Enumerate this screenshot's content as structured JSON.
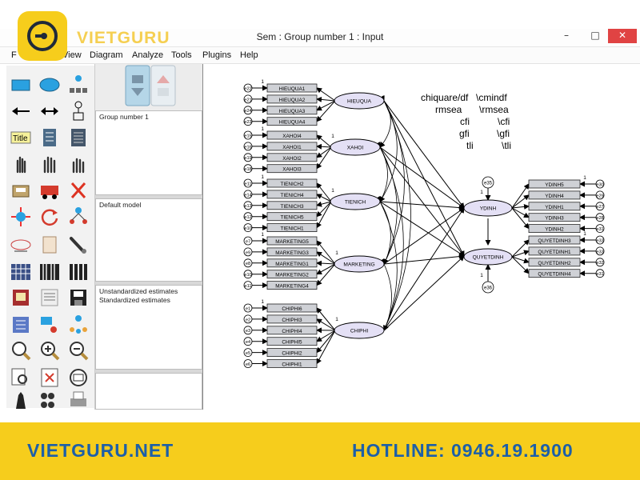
{
  "brand": {
    "name": "VIETGURU",
    "site": "VIETGURU.NET",
    "hotline": "HOTLINE: 0946.19.1900",
    "accent": "#f6cd1c",
    "text_color": "#1d5fa8"
  },
  "window": {
    "title": "Sem : Group number 1 : Input",
    "minimize": "–",
    "maximize": "□",
    "close": "✕"
  },
  "menu": [
    "F",
    "View",
    "Diagram",
    "Analyze",
    "Tools",
    "Plugins",
    "Help"
  ],
  "toolbox_icons": [
    "rectangle-icon",
    "ellipse-icon",
    "indicator-icon",
    "arrow-left-icon",
    "double-arrow-icon",
    "unique-variable-icon",
    "title-icon",
    "list-variables-icon",
    "list-data-icon",
    "hand-select-one-icon",
    "hand-select-all-icon",
    "hand-deselect-icon",
    "duplicate-icon",
    "move-icon",
    "erase-icon",
    "move-parameters-icon",
    "rotate-icon",
    "reflect-icon",
    "shape-change-icon",
    "scroll-icon",
    "touch-up-icon",
    "data-files-icon",
    "analysis-properties-icon",
    "calculate-estimates-icon",
    "copy-icon",
    "view-text-icon",
    "save-icon",
    "object-properties-icon",
    "drag-properties-icon",
    "preserve-symmetries-icon",
    "zoom-area-icon",
    "zoom-in-icon",
    "zoom-out-icon",
    "view-page-icon",
    "fit-page-icon",
    "loupe-icon",
    "bayesian-icon",
    "multiple-group-icon",
    "print-icon"
  ],
  "panels": {
    "group": "Group number 1",
    "model": "Default model",
    "estimates": [
      "Unstandardized estimates",
      "Standardized estimates"
    ]
  },
  "diagram": {
    "fit_left": [
      "chiquare/df",
      "rmsea",
      "cfi",
      "gfi",
      "tli"
    ],
    "fit_right": [
      "\\cmindf",
      "\\rmsea",
      "\\cfi",
      "\\gfi",
      "\\tli"
    ],
    "groups": [
      {
        "factor": "HIEUQUA",
        "items": [
          "HIEUQUA1",
          "HIEUQUA2",
          "HIEUQUA3",
          "HIEUQUA4"
        ],
        "errors": [
          "e22",
          "e21",
          "e24",
          "e23"
        ]
      },
      {
        "factor": "XAHOI",
        "items": [
          "XAHOI4",
          "XAHOI1",
          "XAHOI2",
          "XAHOI3"
        ],
        "errors": [
          "e15",
          "e16",
          "e19",
          "e18"
        ]
      },
      {
        "factor": "TIENICH",
        "items": [
          "TIENICH2",
          "TIENICH4",
          "TIENICH3",
          "TIENICH5",
          "TIENICH1"
        ],
        "errors": [
          "e11",
          "e14",
          "e13",
          "e12",
          "e10"
        ]
      },
      {
        "factor": "MARKETING",
        "items": [
          "MARKETING5",
          "MARKETING3",
          "MARKETING1",
          "MARKETING2",
          "MARKETING4"
        ],
        "errors": [
          "e7",
          "e9",
          "e8",
          "e10",
          "e11"
        ]
      },
      {
        "factor": "CHIPHI",
        "items": [
          "CHIPHI6",
          "CHIPHI3",
          "CHIPHI4",
          "CHIPHI5",
          "CHIPHI2",
          "CHIPHI1"
        ],
        "errors": [
          "e1",
          "e2",
          "e3",
          "e4",
          "e5",
          "e6"
        ]
      }
    ],
    "outcomes": [
      {
        "factor": "YDINH",
        "items": [
          "YDINH5",
          "YDINH4",
          "YDINH1",
          "YDINH3",
          "YDINH2"
        ],
        "errors": [
          "e30",
          "e29",
          "e27",
          "e28",
          "e31"
        ],
        "disturbance": "e35"
      },
      {
        "factor": "QUYETDINH",
        "items": [
          "QUYETDINH3",
          "QUYETDINH1",
          "QUYETDINH2",
          "QUYETDINH4"
        ],
        "errors": [
          "e33",
          "e33",
          "e32",
          "e31"
        ],
        "disturbance": "e36"
      }
    ],
    "fixed_loading": "1"
  }
}
